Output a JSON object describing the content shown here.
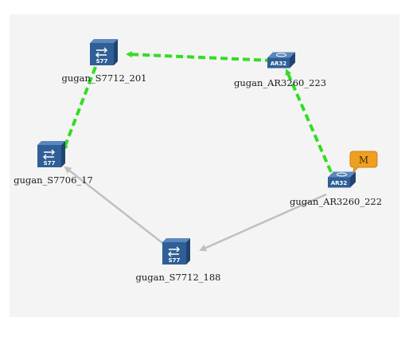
{
  "diagram": {
    "nodes": [
      {
        "id": "s201",
        "label": "gugan_S7712_201",
        "type": "switch",
        "device_text": "S77"
      },
      {
        "id": "ar223",
        "label": "gugan_AR3260_223",
        "type": "router",
        "device_text": "AR32"
      },
      {
        "id": "s17",
        "label": "gugan_S7706_17",
        "type": "switch",
        "device_text": "S77"
      },
      {
        "id": "ar222",
        "label": "gugan_AR3260_222",
        "type": "router",
        "device_text": "AR32",
        "badge": "M"
      },
      {
        "id": "s188",
        "label": "gugan_S7712_188",
        "type": "switch",
        "device_text": "S77"
      }
    ],
    "links": [
      {
        "from": "ar223",
        "to": "s201",
        "style": "dashed",
        "color": "#33dd22"
      },
      {
        "from": "s201",
        "to": "s17",
        "style": "dashed",
        "color": "#33dd22"
      },
      {
        "from": "ar222",
        "to": "ar223",
        "style": "dashed",
        "color": "#33dd22"
      },
      {
        "from": "s17",
        "to": "s188",
        "style": "solid",
        "color": "#c0c0c0"
      },
      {
        "from": "ar222",
        "to": "s188",
        "style": "solid",
        "color": "#c0c0c0"
      }
    ],
    "colors": {
      "device_front": "#2f5f96",
      "device_top": "#5a87bd",
      "device_side": "#1f4470",
      "badge": "#f0a020"
    }
  }
}
